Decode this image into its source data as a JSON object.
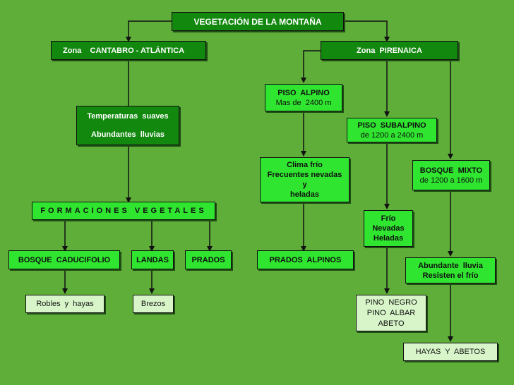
{
  "title": "VEGETACIÓN DE LA MONTAÑA",
  "cantabro": {
    "zone": "Zona    CANTABRO - ATLÁNTICA",
    "climate": [
      "Temperaturas  suaves",
      "Abundantes  lluvias"
    ],
    "formaciones": "FORMACIONES VEGETALES",
    "types": [
      "BOSQUE  CADUCIFOLIO",
      "LANDAS",
      "PRADOS"
    ],
    "examples": [
      "Robles  y  hayas",
      "Brezos"
    ]
  },
  "pirenaica": {
    "zone": "Zona  PIRENAICA",
    "alpino": {
      "title": "PISO  ALPINO",
      "range": "Mas de  2400 m",
      "climate": [
        "Clima  frío",
        "Frecuentes  nevadas",
        "y",
        "heladas"
      ],
      "result": "PRADOS  ALPINOS"
    },
    "subalpino": {
      "title": "PISO  SUBALPINO",
      "range": "de 1200 a 2400 m",
      "climate": [
        "Frío",
        "Nevadas",
        "Heladas"
      ],
      "result": [
        "PINO  NEGRO",
        "PINO  ALBAR",
        "ABETO"
      ]
    },
    "mixto": {
      "title": "BOSQUE  MIXTO",
      "range": "de 1200 a 1600 m",
      "climate": [
        "Abundante  lluvia",
        "Resisten el frío"
      ],
      "result": "HAYAS  Y  ABETOS"
    }
  }
}
